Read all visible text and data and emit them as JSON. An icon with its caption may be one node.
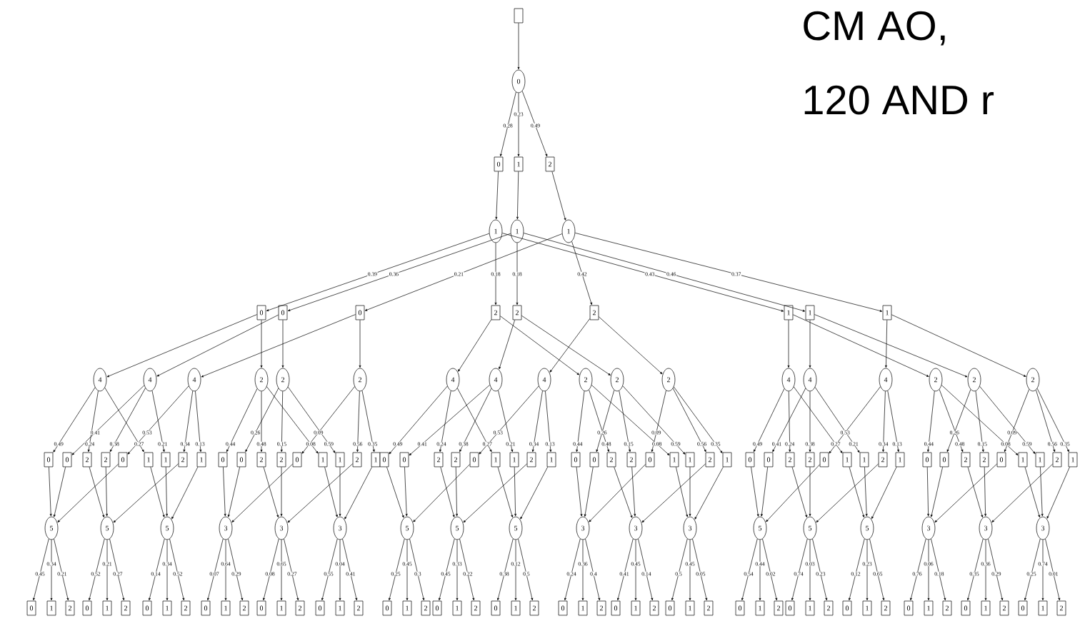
{
  "diagram": {
    "nodes": [
      {
        "text": [],
        "shape": "box"
      },
      {
        "text": [
          "0"
        ]
      },
      {
        "text": [
          "0"
        ]
      },
      {
        "text": [
          "1"
        ]
      },
      {
        "text": [
          "2"
        ]
      },
      {
        "text": [
          "1"
        ]
      },
      {
        "text": [
          "1"
        ]
      },
      {
        "text": [
          "1"
        ]
      },
      {
        "text": [
          "0"
        ]
      },
      {
        "text": [
          "0"
        ]
      },
      {
        "text": [
          "0"
        ]
      },
      {
        "text": [
          "2"
        ]
      },
      {
        "text": [
          "2"
        ]
      },
      {
        "text": [
          "2"
        ]
      },
      {
        "text": [
          "1"
        ]
      },
      {
        "text": [
          "1"
        ]
      },
      {
        "text": [
          "1"
        ]
      },
      {
        "text": [
          "4"
        ]
      },
      {
        "text": [
          "4"
        ]
      },
      {
        "text": [
          "4"
        ]
      },
      {
        "text": [
          "2"
        ]
      },
      {
        "text": [
          "2"
        ]
      },
      {
        "text": [
          "2"
        ]
      },
      {
        "text": [
          "4"
        ]
      },
      {
        "text": [
          "4"
        ]
      },
      {
        "text": [
          "4"
        ]
      },
      {
        "text": [
          "2"
        ]
      },
      {
        "text": [
          "2"
        ]
      },
      {
        "text": [
          "2"
        ]
      },
      {
        "text": [
          "4"
        ]
      },
      {
        "text": [
          "4"
        ]
      },
      {
        "text": [
          "4"
        ]
      },
      {
        "text": [
          "2"
        ]
      },
      {
        "text": [
          "2"
        ]
      },
      {
        "text": [
          "2"
        ]
      },
      {
        "text": [
          "0"
        ]
      },
      {
        "text": [
          "0"
        ]
      },
      {
        "text": [
          "2"
        ]
      },
      {
        "text": [
          "2"
        ]
      },
      {
        "text": [
          "0"
        ]
      },
      {
        "text": [
          "1"
        ]
      },
      {
        "text": [
          "1"
        ]
      },
      {
        "text": [
          "2"
        ]
      },
      {
        "text": [
          "1"
        ]
      },
      {
        "text": [
          "0"
        ]
      },
      {
        "text": [
          "0"
        ]
      },
      {
        "text": [
          "2"
        ]
      },
      {
        "text": [
          "2"
        ]
      },
      {
        "text": [
          "0"
        ]
      },
      {
        "text": [
          "1"
        ]
      },
      {
        "text": [
          "1"
        ]
      },
      {
        "text": [
          "2"
        ]
      },
      {
        "text": [
          "1"
        ]
      },
      {
        "text": [
          "0"
        ]
      },
      {
        "text": [
          "0"
        ]
      },
      {
        "text": [
          "2"
        ]
      },
      {
        "text": [
          "2"
        ]
      },
      {
        "text": [
          "0"
        ]
      },
      {
        "text": [
          "1"
        ]
      },
      {
        "text": [
          "1"
        ]
      },
      {
        "text": [
          "2"
        ]
      },
      {
        "text": [
          "1"
        ]
      },
      {
        "text": [
          "0"
        ]
      },
      {
        "text": [
          "0"
        ]
      },
      {
        "text": [
          "2"
        ]
      },
      {
        "text": [
          "2"
        ]
      },
      {
        "text": [
          "0"
        ]
      },
      {
        "text": [
          "1"
        ]
      },
      {
        "text": [
          "1"
        ]
      },
      {
        "text": [
          "2"
        ]
      },
      {
        "text": [
          "1"
        ]
      },
      {
        "text": [
          "0"
        ]
      },
      {
        "text": [
          "0"
        ]
      },
      {
        "text": [
          "2"
        ]
      },
      {
        "text": [
          "2"
        ]
      },
      {
        "text": [
          "0"
        ]
      },
      {
        "text": [
          "1"
        ]
      },
      {
        "text": [
          "1"
        ]
      },
      {
        "text": [
          "2"
        ]
      },
      {
        "text": [
          "1"
        ]
      },
      {
        "text": [
          "0"
        ]
      },
      {
        "text": [
          "0"
        ]
      },
      {
        "text": [
          "2"
        ]
      },
      {
        "text": [
          "2"
        ]
      },
      {
        "text": [
          "0"
        ]
      },
      {
        "text": [
          "1"
        ]
      },
      {
        "text": [
          "1"
        ]
      },
      {
        "text": [
          "2"
        ]
      },
      {
        "text": [
          "1"
        ]
      },
      {
        "text": [
          "5"
        ]
      },
      {
        "text": [
          "5"
        ]
      },
      {
        "text": [
          "5"
        ]
      },
      {
        "text": [
          "3"
        ]
      },
      {
        "text": [
          "3"
        ]
      },
      {
        "text": [
          "3"
        ]
      },
      {
        "text": [
          "5"
        ]
      },
      {
        "text": [
          "5"
        ]
      },
      {
        "text": [
          "5"
        ]
      },
      {
        "text": [
          "3"
        ]
      },
      {
        "text": [
          "3"
        ]
      },
      {
        "text": [
          "3"
        ]
      },
      {
        "text": [
          "5"
        ]
      },
      {
        "text": [
          "5"
        ]
      },
      {
        "text": [
          "5"
        ]
      },
      {
        "text": [
          "3"
        ]
      },
      {
        "text": [
          "3"
        ]
      },
      {
        "text": [
          "3"
        ]
      },
      {
        "text": [
          "0"
        ]
      },
      {
        "text": [
          "1"
        ]
      },
      {
        "text": [
          "2"
        ]
      },
      {
        "text": [
          "0"
        ]
      },
      {
        "text": [
          "1"
        ]
      },
      {
        "text": [
          "2"
        ]
      },
      {
        "text": [
          "0"
        ]
      },
      {
        "text": [
          "1"
        ]
      },
      {
        "text": [
          "2"
        ]
      },
      {
        "text": [
          "0"
        ]
      },
      {
        "text": [
          "1"
        ]
      },
      {
        "text": [
          "2"
        ]
      },
      {
        "text": [
          "0"
        ]
      },
      {
        "text": [
          "1"
        ]
      },
      {
        "text": [
          "2"
        ]
      },
      {
        "text": [
          "0"
        ]
      },
      {
        "text": [
          "1"
        ]
      },
      {
        "text": [
          "2"
        ]
      },
      {
        "text": [
          "0"
        ]
      },
      {
        "text": [
          "1"
        ]
      },
      {
        "text": [
          "2"
        ]
      },
      {
        "text": [
          "0"
        ]
      },
      {
        "text": [
          "1"
        ]
      },
      {
        "text": [
          "2"
        ]
      },
      {
        "text": [
          "0"
        ]
      },
      {
        "text": [
          "1"
        ]
      },
      {
        "text": [
          "2"
        ]
      },
      {
        "text": [
          "0"
        ]
      },
      {
        "text": [
          "1"
        ]
      },
      {
        "text": [
          "2"
        ]
      },
      {
        "text": [
          "0"
        ]
      },
      {
        "text": [
          "1"
        ]
      },
      {
        "text": [
          "2"
        ]
      },
      {
        "text": [
          "0"
        ]
      },
      {
        "text": [
          "1"
        ]
      },
      {
        "text": [
          "2"
        ]
      },
      {
        "text": [
          "0"
        ]
      },
      {
        "text": [
          "1"
        ]
      },
      {
        "text": [
          "2"
        ]
      },
      {
        "text": [
          "0"
        ]
      },
      {
        "text": [
          "1"
        ]
      },
      {
        "text": [
          "2"
        ]
      },
      {
        "text": [
          "0"
        ]
      },
      {
        "text": [
          "1"
        ]
      },
      {
        "text": [
          "2"
        ]
      },
      {
        "text": [
          "0"
        ]
      },
      {
        "text": [
          "1"
        ]
      },
      {
        "text": [
          "2"
        ]
      },
      {
        "text": [
          "0"
        ]
      },
      {
        "text": [
          "1"
        ]
      },
      {
        "text": [
          "2"
        ]
      },
      {
        "text": [
          "0"
        ]
      },
      {
        "text": [
          "1"
        ]
      },
      {
        "text": [
          "2"
        ]
      }
    ],
    "edges": [
      {
        "from": 0,
        "to": 1,
        "arrow": "to"
      },
      {
        "from": 1,
        "to": 2,
        "arrow": "to",
        "label": "0.28"
      },
      {
        "from": 1,
        "to": 3,
        "arrow": "to",
        "label": "0.23"
      },
      {
        "from": 1,
        "to": 4,
        "arrow": "to",
        "label": "0.49"
      },
      {
        "from": 2,
        "to": 5,
        "arrow": "to"
      },
      {
        "from": 3,
        "to": 6,
        "arrow": "to"
      },
      {
        "from": 4,
        "to": 7,
        "arrow": "to"
      },
      {
        "from": 5,
        "to": 8,
        "arrow": "to",
        "label": "0.39"
      },
      {
        "from": 5,
        "to": 11,
        "arrow": "to",
        "label": "0.18"
      },
      {
        "from": 5,
        "to": 14,
        "arrow": "to",
        "label": "0.43"
      },
      {
        "from": 6,
        "to": 9,
        "arrow": "to",
        "label": "0.36"
      },
      {
        "from": 6,
        "to": 12,
        "arrow": "to",
        "label": "0.18"
      },
      {
        "from": 6,
        "to": 15,
        "arrow": "to",
        "label": "0.46"
      },
      {
        "from": 7,
        "to": 10,
        "arrow": "to",
        "label": "0.21"
      },
      {
        "from": 7,
        "to": 13,
        "arrow": "to",
        "label": "0.42"
      },
      {
        "from": 7,
        "to": 16,
        "arrow": "to",
        "label": "0.37"
      },
      {
        "from": 8,
        "to": 17,
        "arrow": "to"
      },
      {
        "from": 8,
        "to": 20,
        "arrow": "to"
      },
      {
        "from": 9,
        "to": 18,
        "arrow": "to"
      },
      {
        "from": 9,
        "to": 21,
        "arrow": "to"
      },
      {
        "from": 10,
        "to": 19,
        "arrow": "to"
      },
      {
        "from": 10,
        "to": 22,
        "arrow": "to"
      },
      {
        "from": 11,
        "to": 23,
        "arrow": "to"
      },
      {
        "from": 11,
        "to": 26,
        "arrow": "to"
      },
      {
        "from": 12,
        "to": 24,
        "arrow": "to"
      },
      {
        "from": 12,
        "to": 27,
        "arrow": "to"
      },
      {
        "from": 13,
        "to": 25,
        "arrow": "to"
      },
      {
        "from": 13,
        "to": 28,
        "arrow": "to"
      },
      {
        "from": 14,
        "to": 29,
        "arrow": "to"
      },
      {
        "from": 14,
        "to": 32,
        "arrow": "to"
      },
      {
        "from": 15,
        "to": 30,
        "arrow": "to"
      },
      {
        "from": 15,
        "to": 33,
        "arrow": "to"
      },
      {
        "from": 16,
        "to": 31,
        "arrow": "to"
      },
      {
        "from": 16,
        "to": 34,
        "arrow": "to"
      },
      {
        "from": 17,
        "to": 35,
        "arrow": "to",
        "label": "0.49"
      },
      {
        "from": 17,
        "to": 37,
        "arrow": "to",
        "label": "0.24"
      },
      {
        "from": 17,
        "to": 40,
        "arrow": "to",
        "label": "0.27"
      },
      {
        "from": 18,
        "to": 36,
        "arrow": "to",
        "label": "0.41"
      },
      {
        "from": 18,
        "to": 38,
        "arrow": "to",
        "label": "0.38"
      },
      {
        "from": 18,
        "to": 41,
        "arrow": "to",
        "label": "0.21"
      },
      {
        "from": 19,
        "to": 39,
        "arrow": "to",
        "label": "0.53"
      },
      {
        "from": 19,
        "to": 42,
        "arrow": "to",
        "label": "0.34"
      },
      {
        "from": 19,
        "to": 43,
        "arrow": "to",
        "label": "0.13"
      },
      {
        "from": 20,
        "to": 44,
        "arrow": "to",
        "label": "0.44"
      },
      {
        "from": 20,
        "to": 46,
        "arrow": "to",
        "label": "0.48"
      },
      {
        "from": 20,
        "to": 49,
        "arrow": "to",
        "label": "0.08"
      },
      {
        "from": 21,
        "to": 45,
        "arrow": "to",
        "label": "0.26"
      },
      {
        "from": 21,
        "to": 47,
        "arrow": "to",
        "label": "0.15"
      },
      {
        "from": 21,
        "to": 50,
        "arrow": "to",
        "label": "0.59"
      },
      {
        "from": 22,
        "to": 48,
        "arrow": "to",
        "label": "0.09"
      },
      {
        "from": 22,
        "to": 51,
        "arrow": "to",
        "label": "0.56"
      },
      {
        "from": 22,
        "to": 52,
        "arrow": "to",
        "label": "0.35"
      },
      {
        "from": 23,
        "to": 53,
        "arrow": "to",
        "label": "0.49"
      },
      {
        "from": 23,
        "to": 55,
        "arrow": "to",
        "label": "0.24"
      },
      {
        "from": 23,
        "to": 58,
        "arrow": "to",
        "label": "0.27"
      },
      {
        "from": 24,
        "to": 54,
        "arrow": "to",
        "label": "0.41"
      },
      {
        "from": 24,
        "to": 56,
        "arrow": "to",
        "label": "0.38"
      },
      {
        "from": 24,
        "to": 59,
        "arrow": "to",
        "label": "0.21"
      },
      {
        "from": 25,
        "to": 57,
        "arrow": "to",
        "label": "0.53"
      },
      {
        "from": 25,
        "to": 60,
        "arrow": "to",
        "label": "0.34"
      },
      {
        "from": 25,
        "to": 61,
        "arrow": "to",
        "label": "0.13"
      },
      {
        "from": 26,
        "to": 62,
        "arrow": "to",
        "label": "0.44"
      },
      {
        "from": 26,
        "to": 64,
        "arrow": "to",
        "label": "0.48"
      },
      {
        "from": 26,
        "to": 67,
        "arrow": "to",
        "label": "0.08"
      },
      {
        "from": 27,
        "to": 63,
        "arrow": "to",
        "label": "0.26"
      },
      {
        "from": 27,
        "to": 65,
        "arrow": "to",
        "label": "0.15"
      },
      {
        "from": 27,
        "to": 68,
        "arrow": "to",
        "label": "0.59"
      },
      {
        "from": 28,
        "to": 66,
        "arrow": "to",
        "label": "0.09"
      },
      {
        "from": 28,
        "to": 69,
        "arrow": "to",
        "label": "0.56"
      },
      {
        "from": 28,
        "to": 70,
        "arrow": "to",
        "label": "0.35"
      },
      {
        "from": 29,
        "to": 71,
        "arrow": "to",
        "label": "0.49"
      },
      {
        "from": 29,
        "to": 73,
        "arrow": "to",
        "label": "0.24"
      },
      {
        "from": 29,
        "to": 76,
        "arrow": "to",
        "label": "0.27"
      },
      {
        "from": 30,
        "to": 72,
        "arrow": "to",
        "label": "0.41"
      },
      {
        "from": 30,
        "to": 74,
        "arrow": "to",
        "label": "0.38"
      },
      {
        "from": 30,
        "to": 77,
        "arrow": "to",
        "label": "0.21"
      },
      {
        "from": 31,
        "to": 75,
        "arrow": "to",
        "label": "0.53"
      },
      {
        "from": 31,
        "to": 78,
        "arrow": "to",
        "label": "0.34"
      },
      {
        "from": 31,
        "to": 79,
        "arrow": "to",
        "label": "0.13"
      },
      {
        "from": 32,
        "to": 80,
        "arrow": "to",
        "label": "0.44"
      },
      {
        "from": 32,
        "to": 82,
        "arrow": "to",
        "label": "0.48"
      },
      {
        "from": 32,
        "to": 85,
        "arrow": "to",
        "label": "0.08"
      },
      {
        "from": 33,
        "to": 81,
        "arrow": "to",
        "label": "0.26"
      },
      {
        "from": 33,
        "to": 83,
        "arrow": "to",
        "label": "0.15"
      },
      {
        "from": 33,
        "to": 86,
        "arrow": "to",
        "label": "0.59"
      },
      {
        "from": 34,
        "to": 84,
        "arrow": "to",
        "label": "0.09"
      },
      {
        "from": 34,
        "to": 87,
        "arrow": "to",
        "label": "0.56"
      },
      {
        "from": 34,
        "to": 88,
        "arrow": "to",
        "label": "0.35"
      },
      {
        "from": 35,
        "to": 89,
        "arrow": "to"
      },
      {
        "from": 36,
        "to": 89,
        "arrow": "to"
      },
      {
        "from": 37,
        "to": 90,
        "arrow": "to"
      },
      {
        "from": 38,
        "to": 90,
        "arrow": "to"
      },
      {
        "from": 39,
        "to": 89,
        "arrow": "to"
      },
      {
        "from": 40,
        "to": 91,
        "arrow": "to"
      },
      {
        "from": 41,
        "to": 91,
        "arrow": "to"
      },
      {
        "from": 42,
        "to": 90,
        "arrow": "to"
      },
      {
        "from": 43,
        "to": 91,
        "arrow": "to"
      },
      {
        "from": 44,
        "to": 92,
        "arrow": "to"
      },
      {
        "from": 45,
        "to": 92,
        "arrow": "to"
      },
      {
        "from": 46,
        "to": 93,
        "arrow": "to"
      },
      {
        "from": 47,
        "to": 93,
        "arrow": "to"
      },
      {
        "from": 48,
        "to": 92,
        "arrow": "to"
      },
      {
        "from": 49,
        "to": 94,
        "arrow": "to"
      },
      {
        "from": 50,
        "to": 94,
        "arrow": "to"
      },
      {
        "from": 51,
        "to": 93,
        "arrow": "to"
      },
      {
        "from": 52,
        "to": 94,
        "arrow": "to"
      },
      {
        "from": 53,
        "to": 95,
        "arrow": "to"
      },
      {
        "from": 54,
        "to": 95,
        "arrow": "to"
      },
      {
        "from": 55,
        "to": 96,
        "arrow": "to"
      },
      {
        "from": 56,
        "to": 96,
        "arrow": "to"
      },
      {
        "from": 57,
        "to": 95,
        "arrow": "to"
      },
      {
        "from": 58,
        "to": 97,
        "arrow": "to"
      },
      {
        "from": 59,
        "to": 97,
        "arrow": "to"
      },
      {
        "from": 60,
        "to": 96,
        "arrow": "to"
      },
      {
        "from": 61,
        "to": 97,
        "arrow": "to"
      },
      {
        "from": 62,
        "to": 98,
        "arrow": "to"
      },
      {
        "from": 63,
        "to": 98,
        "arrow": "to"
      },
      {
        "from": 64,
        "to": 99,
        "arrow": "to"
      },
      {
        "from": 65,
        "to": 99,
        "arrow": "to"
      },
      {
        "from": 66,
        "to": 98,
        "arrow": "to"
      },
      {
        "from": 67,
        "to": 100,
        "arrow": "to"
      },
      {
        "from": 68,
        "to": 100,
        "arrow": "to"
      },
      {
        "from": 69,
        "to": 99,
        "arrow": "to"
      },
      {
        "from": 70,
        "to": 100,
        "arrow": "to"
      },
      {
        "from": 71,
        "to": 101,
        "arrow": "to"
      },
      {
        "from": 72,
        "to": 101,
        "arrow": "to"
      },
      {
        "from": 73,
        "to": 102,
        "arrow": "to"
      },
      {
        "from": 74,
        "to": 102,
        "arrow": "to"
      },
      {
        "from": 75,
        "to": 101,
        "arrow": "to"
      },
      {
        "from": 76,
        "to": 103,
        "arrow": "to"
      },
      {
        "from": 77,
        "to": 103,
        "arrow": "to"
      },
      {
        "from": 78,
        "to": 102,
        "arrow": "to"
      },
      {
        "from": 79,
        "to": 103,
        "arrow": "to"
      },
      {
        "from": 80,
        "to": 104,
        "arrow": "to"
      },
      {
        "from": 81,
        "to": 104,
        "arrow": "to"
      },
      {
        "from": 82,
        "to": 105,
        "arrow": "to"
      },
      {
        "from": 83,
        "to": 105,
        "arrow": "to"
      },
      {
        "from": 84,
        "to": 104,
        "arrow": "to"
      },
      {
        "from": 85,
        "to": 106,
        "arrow": "to"
      },
      {
        "from": 86,
        "to": 106,
        "arrow": "to"
      },
      {
        "from": 87,
        "to": 105,
        "arrow": "to"
      },
      {
        "from": 88,
        "to": 106,
        "arrow": "to"
      },
      {
        "from": 89,
        "to": 107,
        "arrow": "to",
        "label": "0.45"
      },
      {
        "from": 89,
        "to": 108,
        "arrow": "to",
        "label": "0.34"
      },
      {
        "from": 89,
        "to": 109,
        "arrow": "to",
        "label": "0.21"
      },
      {
        "from": 90,
        "to": 110,
        "arrow": "to",
        "label": "0.52"
      },
      {
        "from": 90,
        "to": 111,
        "arrow": "to",
        "label": "0.21"
      },
      {
        "from": 90,
        "to": 112,
        "arrow": "to",
        "label": "0.27"
      },
      {
        "from": 91,
        "to": 113,
        "arrow": "to",
        "label": "0.14"
      },
      {
        "from": 91,
        "to": 114,
        "arrow": "to",
        "label": "0.34"
      },
      {
        "from": 91,
        "to": 115,
        "arrow": "to",
        "label": "0.52"
      },
      {
        "from": 92,
        "to": 116,
        "arrow": "to",
        "label": "0.07"
      },
      {
        "from": 92,
        "to": 117,
        "arrow": "to",
        "label": "0.64"
      },
      {
        "from": 92,
        "to": 118,
        "arrow": "to",
        "label": "0.29"
      },
      {
        "from": 93,
        "to": 119,
        "arrow": "to",
        "label": "0.08"
      },
      {
        "from": 93,
        "to": 120,
        "arrow": "to",
        "label": "0.65"
      },
      {
        "from": 93,
        "to": 121,
        "arrow": "to",
        "label": "0.27"
      },
      {
        "from": 94,
        "to": 122,
        "arrow": "to",
        "label": "0.55"
      },
      {
        "from": 94,
        "to": 123,
        "arrow": "to",
        "label": "0.04"
      },
      {
        "from": 94,
        "to": 124,
        "arrow": "to",
        "label": "0.41"
      },
      {
        "from": 95,
        "to": 125,
        "arrow": "to",
        "label": "0.25"
      },
      {
        "from": 95,
        "to": 126,
        "arrow": "to",
        "label": "0.45"
      },
      {
        "from": 95,
        "to": 127,
        "arrow": "to",
        "label": "0.3"
      },
      {
        "from": 96,
        "to": 128,
        "arrow": "to",
        "label": "0.45"
      },
      {
        "from": 96,
        "to": 129,
        "arrow": "to",
        "label": "0.33"
      },
      {
        "from": 96,
        "to": 130,
        "arrow": "to",
        "label": "0.22"
      },
      {
        "from": 97,
        "to": 131,
        "arrow": "to",
        "label": "0.38"
      },
      {
        "from": 97,
        "to": 132,
        "arrow": "to",
        "label": "0.12"
      },
      {
        "from": 97,
        "to": 133,
        "arrow": "to",
        "label": "0.5"
      },
      {
        "from": 98,
        "to": 134,
        "arrow": "to",
        "label": "0.24"
      },
      {
        "from": 98,
        "to": 135,
        "arrow": "to",
        "label": "0.36"
      },
      {
        "from": 98,
        "to": 136,
        "arrow": "to",
        "label": "0.4"
      },
      {
        "from": 99,
        "to": 137,
        "arrow": "to",
        "label": "0.41"
      },
      {
        "from": 99,
        "to": 138,
        "arrow": "to",
        "label": "0.45"
      },
      {
        "from": 99,
        "to": 139,
        "arrow": "to",
        "label": "0.14"
      },
      {
        "from": 100,
        "to": 140,
        "arrow": "to",
        "label": "0.5"
      },
      {
        "from": 100,
        "to": 141,
        "arrow": "to",
        "label": "0.45"
      },
      {
        "from": 100,
        "to": 142,
        "arrow": "to",
        "label": "0.05"
      },
      {
        "from": 101,
        "to": 143,
        "arrow": "to",
        "label": "0.54"
      },
      {
        "from": 101,
        "to": 144,
        "arrow": "to",
        "label": "0.44"
      },
      {
        "from": 101,
        "to": 145,
        "arrow": "to",
        "label": "0.02"
      },
      {
        "from": 102,
        "to": 146,
        "arrow": "to",
        "label": "0.74"
      },
      {
        "from": 102,
        "to": 147,
        "arrow": "to",
        "label": "0.03"
      },
      {
        "from": 102,
        "to": 148,
        "arrow": "to",
        "label": "0.23"
      },
      {
        "from": 103,
        "to": 149,
        "arrow": "to",
        "label": "0.12"
      },
      {
        "from": 103,
        "to": 150,
        "arrow": "to",
        "label": "0.23"
      },
      {
        "from": 103,
        "to": 151,
        "arrow": "to",
        "label": "0.65"
      },
      {
        "from": 104,
        "to": 152,
        "arrow": "to",
        "label": "0.76"
      },
      {
        "from": 104,
        "to": 153,
        "arrow": "to",
        "label": "0.06"
      },
      {
        "from": 104,
        "to": 154,
        "arrow": "to",
        "label": "0.18"
      },
      {
        "from": 105,
        "to": 155,
        "arrow": "to",
        "label": "0.35"
      },
      {
        "from": 105,
        "to": 156,
        "arrow": "to",
        "label": "0.36"
      },
      {
        "from": 105,
        "to": 157,
        "arrow": "to",
        "label": "0.29"
      },
      {
        "from": 106,
        "to": 158,
        "arrow": "to",
        "label": "0.25"
      },
      {
        "from": 106,
        "to": 159,
        "arrow": "to",
        "label": "0.74"
      },
      {
        "from": 106,
        "to": 160,
        "arrow": "to",
        "label": "0.01"
      }
    ],
    "labels": [
      "CM AO,",
      "120 AND r"
    ]
  }
}
